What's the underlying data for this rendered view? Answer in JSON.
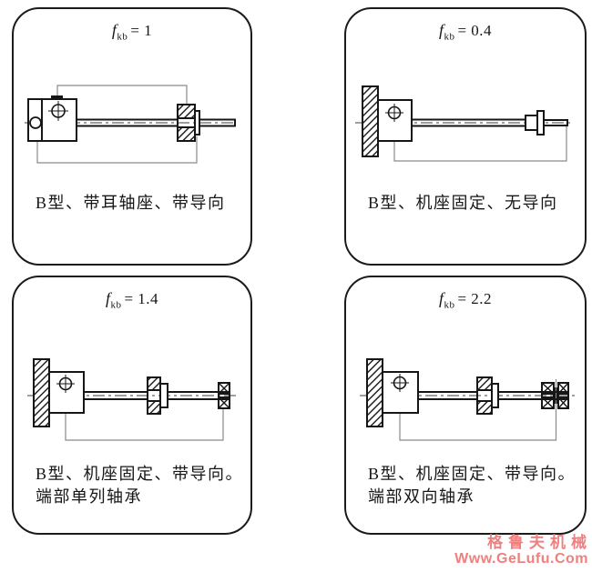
{
  "figure": {
    "description_coefficient_symbol": "f",
    "description_coefficient_subscript": "kb"
  },
  "panels": [
    {
      "id": "top-left",
      "coef": {
        "symbol": "f",
        "sub": "kb",
        "value": "= 1"
      },
      "label_line1": "B型、带耳轴座、带导向",
      "label_line2": ""
    },
    {
      "id": "top-right",
      "coef": {
        "symbol": "f",
        "sub": "kb",
        "value": "= 0.4"
      },
      "label_line1": "B型、机座固定、无导向",
      "label_line2": ""
    },
    {
      "id": "bottom-left",
      "coef": {
        "symbol": "f",
        "sub": "kb",
        "value": "= 1.4"
      },
      "label_line1": "B型、机座固定、带导向。",
      "label_line2": "端部单列轴承"
    },
    {
      "id": "bottom-right",
      "coef": {
        "symbol": "f",
        "sub": "kb",
        "value": "= 2.2"
      },
      "label_line1": "B型、机座固定、带导向。",
      "label_line2": "端部双向轴承"
    }
  ],
  "watermark": {
    "brand": "格鲁夫机械",
    "url": "Www.GeLufu.Com",
    "color": "#f08080"
  },
  "diagram_colors": {
    "outline": "#161616",
    "frame_line": "#8a8a8a",
    "centerline": "#3d3d3d",
    "panel_border": "#1b1b1b",
    "background": "#ffffff"
  }
}
